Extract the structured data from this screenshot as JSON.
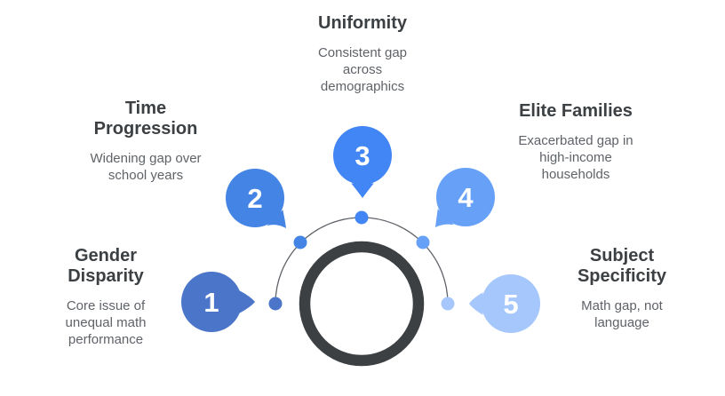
{
  "figure": {
    "type": "circular-steps-infographic",
    "background_color": "#ffffff",
    "ring_color": "#3c4043",
    "arc_color": "#5f6368",
    "title_color": "#3c4043",
    "description_color": "#5f6368",
    "number_color": "#ffffff"
  },
  "items": [
    {
      "number": "1",
      "title": "Gender\nDisparity",
      "description": "Core issue of\nunequal math\nperformance",
      "color": "#4a75c9"
    },
    {
      "number": "2",
      "title": "Time\nProgression",
      "description": "Widening gap over\nschool years",
      "color": "#4484e4"
    },
    {
      "number": "3",
      "title": "Uniformity",
      "description": "Consistent gap\nacross\ndemographics",
      "color": "#4285f4"
    },
    {
      "number": "4",
      "title": "Elite Families",
      "description": "Exacerbated gap in\nhigh-income\nhouseholds",
      "color": "#66a1f7"
    },
    {
      "number": "5",
      "title": "Subject\nSpecificity",
      "description": "Math gap, not\nlanguage",
      "color": "#a5c7fb"
    }
  ]
}
